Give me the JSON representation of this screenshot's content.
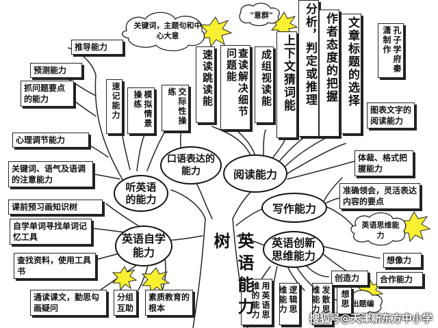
{
  "trunk": "英语能力树",
  "branches": {
    "oral": "口语表达的能力",
    "reading": "阅读能力",
    "listening": "听英语的能力",
    "writing": "写作能力",
    "self_study": "英语自学能力",
    "innovation": "英语创新思维能力"
  },
  "top_note": "关键词，主题句和中心大意",
  "cloud_note": "\"意群\"",
  "left_boxes": {
    "tuidao": "推导能力",
    "yuce": "预测能力",
    "zhuawenti": "抓问题要点的能力",
    "xinli": "心理调节能力",
    "guanjianci": "关键词、语气及语调的注意能力",
    "kejian": "课前预习画知识树",
    "zixue": "自学单词寻找单词记忆工具",
    "chazhao": "查找资料，使用工具书",
    "tongdu": "通读课文，勤思勾画疑问"
  },
  "listening_vertical": {
    "suji": "速记能力",
    "moni": "模拟情景操练",
    "jiaoji": "交际性操练"
  },
  "reading_vertical": {
    "sudu": "速读跳读能",
    "chadu": "查读解决细节问题能",
    "chengzu": "成组视读能",
    "shangxia": "上下文猜词能",
    "fenxi": "分析，判定或推理",
    "zuozhe": "作者态度的把握",
    "wenzhang": "文章标题的选择",
    "kongzi": "孔子学府秦潇制作"
  },
  "right_boxes": {
    "tubiao": "图表文字的阅读能力",
    "ticai": "体裁、格式把握能力",
    "zhunque": "准确领会，灵活表达内容的要点",
    "siwei": "英语思维能力",
    "xiangxiang": "想像力",
    "hezuo": "合作能力",
    "chuangzao": "创造力",
    "chuti": "出题编"
  },
  "bottom_boxes": {
    "fenzu": "分组互助",
    "suzhi": "素质教育的根本",
    "yongying": "用英语思维的能力",
    "luoji": "逻辑思维能力",
    "fasan": "发散思维能力",
    "xiangsi": "想思"
  },
  "watermark": "搜狐号@天津新东方中小学"
}
